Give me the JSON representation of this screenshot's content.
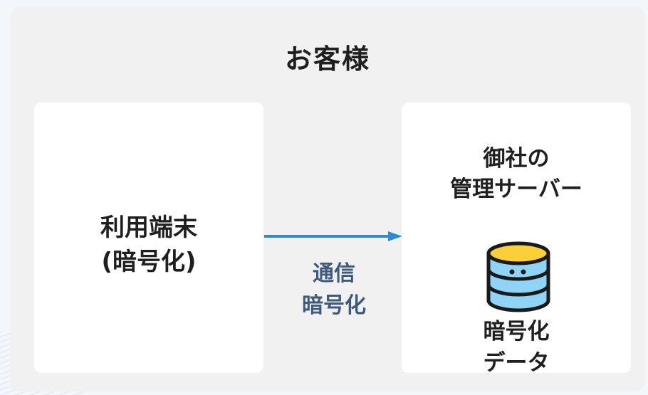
{
  "title": "お客様",
  "device": {
    "line1": "利用端末",
    "line2": "(暗号化)"
  },
  "server": {
    "line1": "御社の",
    "line2": "管理サーバー",
    "icon": "database-icon"
  },
  "connection": {
    "line1": "通信",
    "line2": "暗号化",
    "color": "#2f8bd0"
  },
  "stored_data": {
    "line1": "暗号化",
    "line2": "データ"
  },
  "colors": {
    "database_top": "#f9cf3a",
    "database_body": "#8fd3f7",
    "database_outline": "#1a1a1a",
    "label_accent": "#3e5a7d"
  }
}
